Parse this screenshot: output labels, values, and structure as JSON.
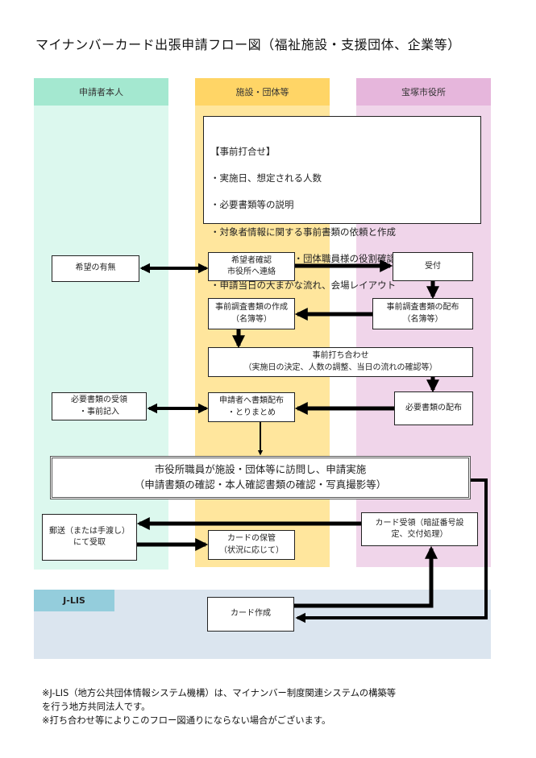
{
  "title": "マイナンバーカード出張申請フロー図（福祉施設・支援団体、企業等）",
  "lanes": [
    {
      "label": "申請者本人",
      "head_color": "#a4e8d0",
      "body_color": "#dcf8ee"
    },
    {
      "label": "施設・団体等",
      "head_color": "#ffd566",
      "body_color": "#ffe69d"
    },
    {
      "label": "宝塚市役所",
      "head_color": "#e6b6dc",
      "body_color": "#f0d5ea"
    }
  ],
  "jlis": {
    "label": "J-LIS",
    "head_color": "#94cddc",
    "body_color": "#dbe5ef"
  },
  "pre_meeting": {
    "heading": "【事前打合せ】",
    "items": [
      "・実施日、想定される人数",
      "・必要書類等の説明",
      "・対象者情報に関する事前書類の依頼と作成",
      "・市役所職員と施設・団体職員様の役割確認",
      "・申請当日の大まかな流れ、会場レイアウト"
    ]
  },
  "boxes": {
    "kibou_umu": "希望の有無",
    "kibousha_kakunin": "希望者確認\n市役所へ連絡",
    "uketsuke": "受付",
    "jizen_sakusei": "事前調査書類の作成\n（名簿等）",
    "jizen_haifu": "事前調査書類の配布\n（名簿等）",
    "jizen_uchiawase": "事前打ち合わせ\n（実施日の決定、人数の調整、当日の流れの確認等）",
    "hitsuyou_juryou": "必要書類の受領\n・事前記入",
    "shinseisha_haifu": "申請者へ書類配布\n・とりまとめ",
    "hitsuyou_haifu": "必要書類の配布",
    "houmon": "市役所職員が施設・団体等に訪問し、申請実施\n（申請書類の確認・本人確認書類の確認・写真撮影等）",
    "yuusou": "郵送（または手渡し）\nにて受取",
    "card_hokan": "カードの保管\n（状況に応じて）",
    "card_juryou": "カード受領（暗証番号設\n定、交付処理）",
    "card_sakusei": "カード作成"
  },
  "notes": [
    "※J-LIS（地方公共団体情報システム機構）は、マイナンバー制度関連システムの構築等",
    "を行う地方共同法人です。",
    "※打ち合わせ等によりこのフロー図通りにならない場合がございます。"
  ]
}
